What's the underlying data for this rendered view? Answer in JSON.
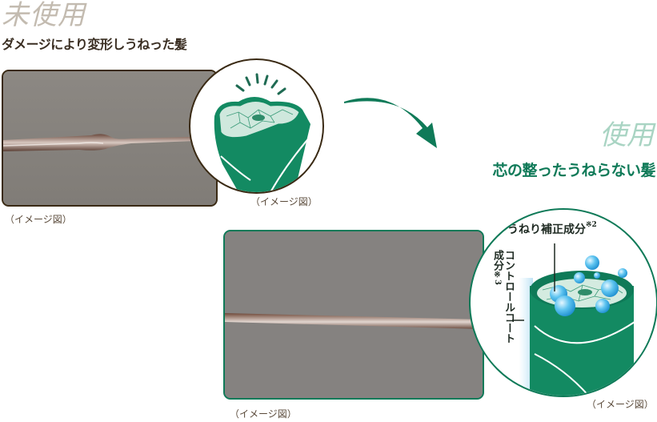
{
  "before": {
    "label": "未使用",
    "subtitle": "ダメージにより変形しうねった髪",
    "photo_caption": "（イメージ図）",
    "illustration_caption": "（イメージ図）",
    "border_color": "#3a2a14"
  },
  "arrow": {
    "icon": "curved-arrow-down-right",
    "color": "#0f7a58"
  },
  "after": {
    "label": "使用",
    "subtitle": "芯の整ったうねらない髪",
    "photo_caption": "（イメージ図）",
    "illustration_caption": "（イメージ図）",
    "annotation_top": "うねり補正成分",
    "annotation_top_note": "※2",
    "annotation_side_line1": "コントロールコート",
    "annotation_side_line2": "成分",
    "annotation_side_note": "※3",
    "border_color": "#0f7a58"
  }
}
